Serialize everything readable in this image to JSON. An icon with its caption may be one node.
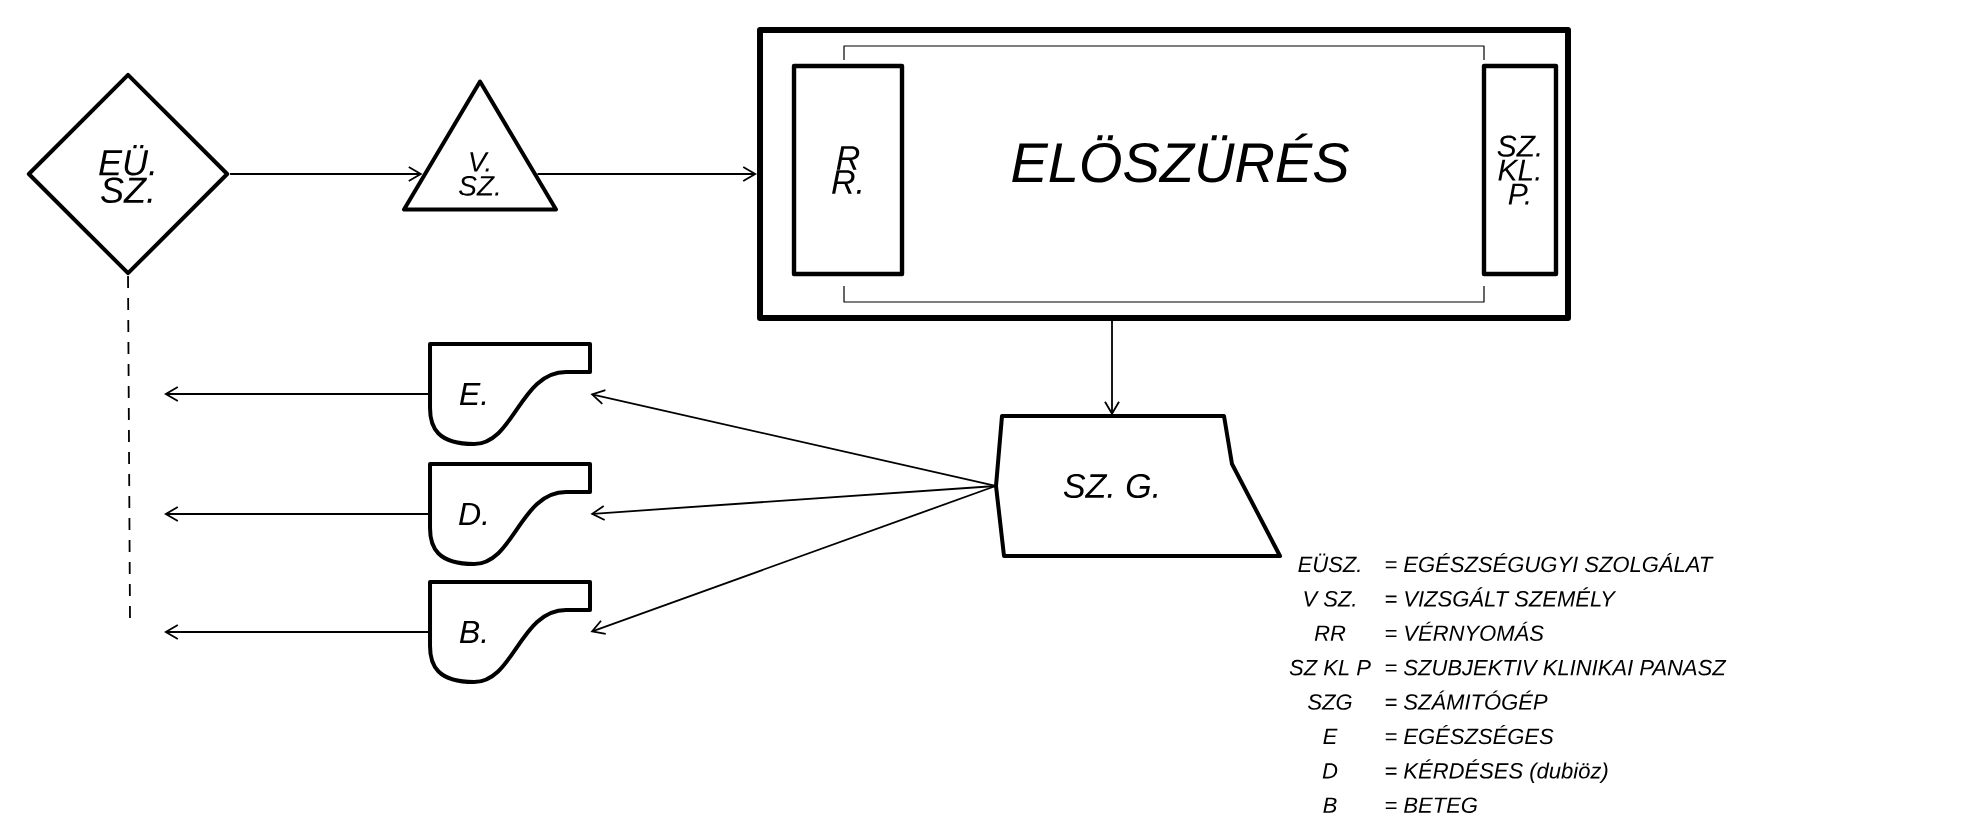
{
  "diagram": {
    "nodes": [
      {
        "text": [
          "EÜ. SZ."
        ]
      },
      {
        "text": [
          "V. SZ."
        ]
      },
      {
        "text": [
          "ELÖSZÜRÉS"
        ]
      },
      {
        "text": [
          "R R."
        ],
        "in": 2
      },
      {
        "text": [
          "SZ. KL. P."
        ],
        "in": 2
      },
      {
        "text": [
          "E."
        ]
      },
      {
        "text": [
          "D."
        ]
      },
      {
        "text": [
          "B."
        ]
      },
      {
        "text": [
          "SZ. G."
        ]
      }
    ],
    "edges": [
      {
        "from": 0,
        "to": 1,
        "arrow": "to"
      },
      {
        "from": 1,
        "to": 2,
        "arrow": "to"
      },
      {
        "from": 2,
        "to": 8,
        "arrow": "to"
      },
      {
        "from": 8,
        "to": 5,
        "arrow": "to"
      },
      {
        "from": 8,
        "to": 6,
        "arrow": "to"
      },
      {
        "from": 8,
        "to": 7,
        "arrow": "to"
      },
      {
        "from": 5,
        "to": null,
        "arrow": "to"
      },
      {
        "from": 6,
        "to": null,
        "arrow": "to"
      },
      {
        "from": 7,
        "to": null,
        "arrow": "to"
      },
      {
        "from": 0,
        "to": null,
        "arrow": "none",
        "style": "dashed"
      }
    ],
    "labels": [
      "EÜSZ.",
      "= EGÉSZSÉGUGYI SZOLGÁLAT",
      "V SZ.",
      "= VIZSGÁLT SZEMÉLY",
      "RR",
      "= VÉRNYOMÁS",
      "SZ KL P",
      "= SZUBJEKTIV KLINIKAI PANASZ",
      "SZG",
      "= SZÁMITÓGÉP",
      "E",
      "= EGÉSZSÉGES",
      "D",
      "= KÉRDÉSES (dubiöz)",
      "B",
      "= BETEG"
    ]
  }
}
